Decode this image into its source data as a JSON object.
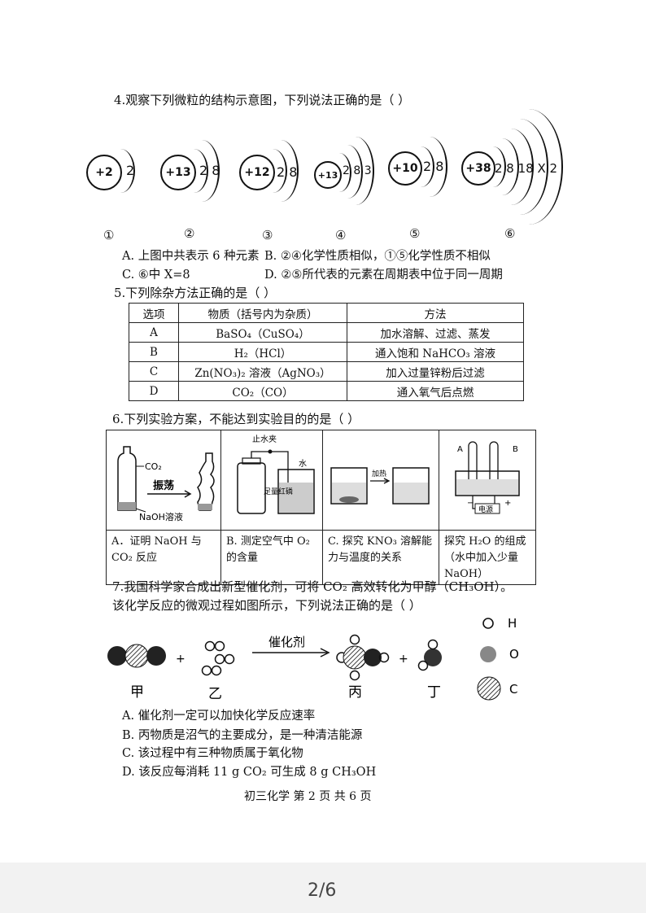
{
  "q4": {
    "stem": "4.观察下列微粒的结构示意图，下列说法正确的是（    ）",
    "atoms": [
      {
        "nucleus": "+2",
        "electrons": "2",
        "index": "①"
      },
      {
        "nucleus": "+13",
        "electrons": "2 8",
        "index": "②"
      },
      {
        "nucleus": "+12",
        "electrons": "2 8",
        "index": "③"
      },
      {
        "nucleus": "+13",
        "electrons": "2 8 3",
        "index": "④"
      },
      {
        "nucleus": "+10",
        "electrons": "2 8",
        "index": "⑤"
      },
      {
        "nucleus": "+38",
        "electrons": "2 8 18 X 2",
        "index": "⑥"
      }
    ],
    "option_a": "A. 上图中共表示 6 种元素",
    "option_b": "B. ②④化学性质相似，①⑤化学性质不相似",
    "option_c": "C. ⑥中 X=8",
    "option_d": "D. ②⑤所代表的元素在周期表中位于同一周期"
  },
  "q5": {
    "stem": "5.下列除杂方法正确的是（    ）",
    "headers": [
      "选项",
      "物质（括号内为杂质）",
      "方法"
    ],
    "rows": [
      [
        "A",
        "BaSO₄（CuSO₄）",
        "加水溶解、过滤、蒸发"
      ],
      [
        "B",
        "H₂（HCl）",
        "通入饱和 NaHCO₃ 溶液"
      ],
      [
        "C",
        "Zn(NO₃)₂ 溶液（AgNO₃）",
        "加入过量锌粉后过滤"
      ],
      [
        "D",
        "CO₂（CO）",
        "通入氧气后点燃"
      ]
    ]
  },
  "q6": {
    "stem": "6.下列实验方案，不能达到实验目的的是（    ）",
    "fig_labels": {
      "co2": "CO₂",
      "shake": "振荡",
      "naoh": "NaOH溶液",
      "clamp": "止水夹",
      "water": "水",
      "phosphorus": "足量红磷",
      "heat": "加热",
      "a": "A",
      "b": "B",
      "power": "电源",
      "minus": "−",
      "plus": "+"
    },
    "captions": [
      "A．证明 NaOH 与 CO₂ 反应",
      "B. 测定空气中 O₂ 的含量",
      "C. 探究 KNO₃ 溶解能力与温度的关系",
      "探究 H₂O 的组成（水中加入少量 NaOH）"
    ]
  },
  "q7": {
    "stem_line1": "7.我国科学家合成出新型催化剂，可将 CO₂ 高效转化为甲醇（CH₃OH）。",
    "stem_line2": "该化学反应的微观过程如图所示，下列说法正确的是（    ）",
    "catalyst": "催化剂",
    "plus": "+",
    "species": [
      "甲",
      "乙",
      "丙",
      "丁"
    ],
    "legend": [
      {
        "symbol": "H"
      },
      {
        "symbol": "O"
      },
      {
        "symbol": "C"
      }
    ],
    "option_a": "A. 催化剂一定可以加快化学反应速率",
    "option_b": "B. 丙物质是沼气的主要成分，是一种清洁能源",
    "option_c": "C. 该过程中有三种物质属于氧化物",
    "option_d": "D. 该反应每消耗 11 g CO₂ 可生成 8 g CH₃OH"
  },
  "footer": "初三化学  第 2 页  共 6 页",
  "pager": "2/6"
}
